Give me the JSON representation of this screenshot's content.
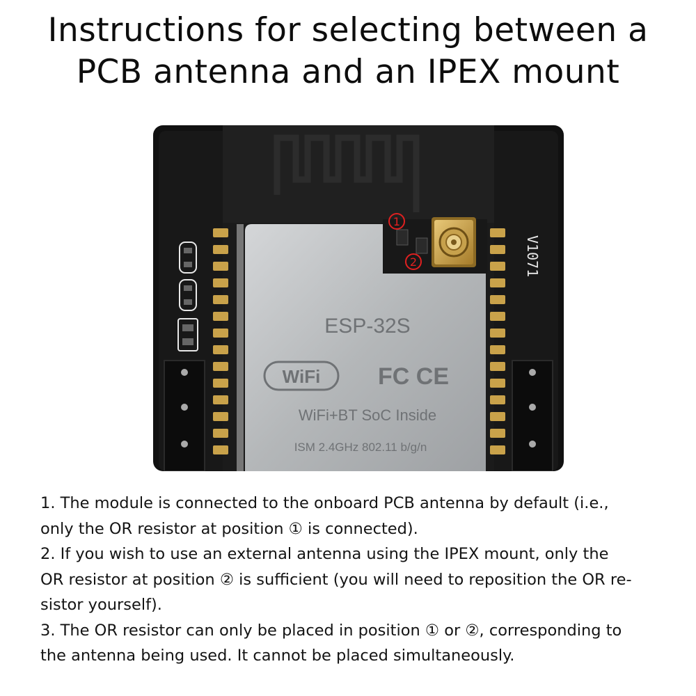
{
  "title": {
    "line1": "Instructions for selecting between a",
    "line2": "PCB antenna and an IPEX mount"
  },
  "photo": {
    "module_name": "ESP-32S",
    "wifi_logo": "WiFi",
    "cert_marks": "FC CE",
    "soc_text": "WiFi+BT SoC Inside",
    "spec_text": "ISM 2.4GHz 802.11 b/g/n",
    "version": "V1071",
    "marker_1": "①",
    "marker_2": "②"
  },
  "instructions": {
    "lines": [
      "1. The module is connected to the onboard PCB antenna by default (i.e.,",
      "only the OR resistor at position ① is connected).",
      "2. If you wish to use an external antenna using the IPEX mount, only the",
      "OR resistor at position ② is sufficient (you will need to reposition the OR re-",
      "sistor yourself).",
      "3. The OR resistor can only be placed in position ① or ②, corresponding to",
      "the antenna being used. It cannot be placed simultaneously."
    ]
  },
  "colors": {
    "board": "#141414",
    "shield": "#b9bcbe",
    "gold": "#c9a24a",
    "marker": "#e02020"
  }
}
